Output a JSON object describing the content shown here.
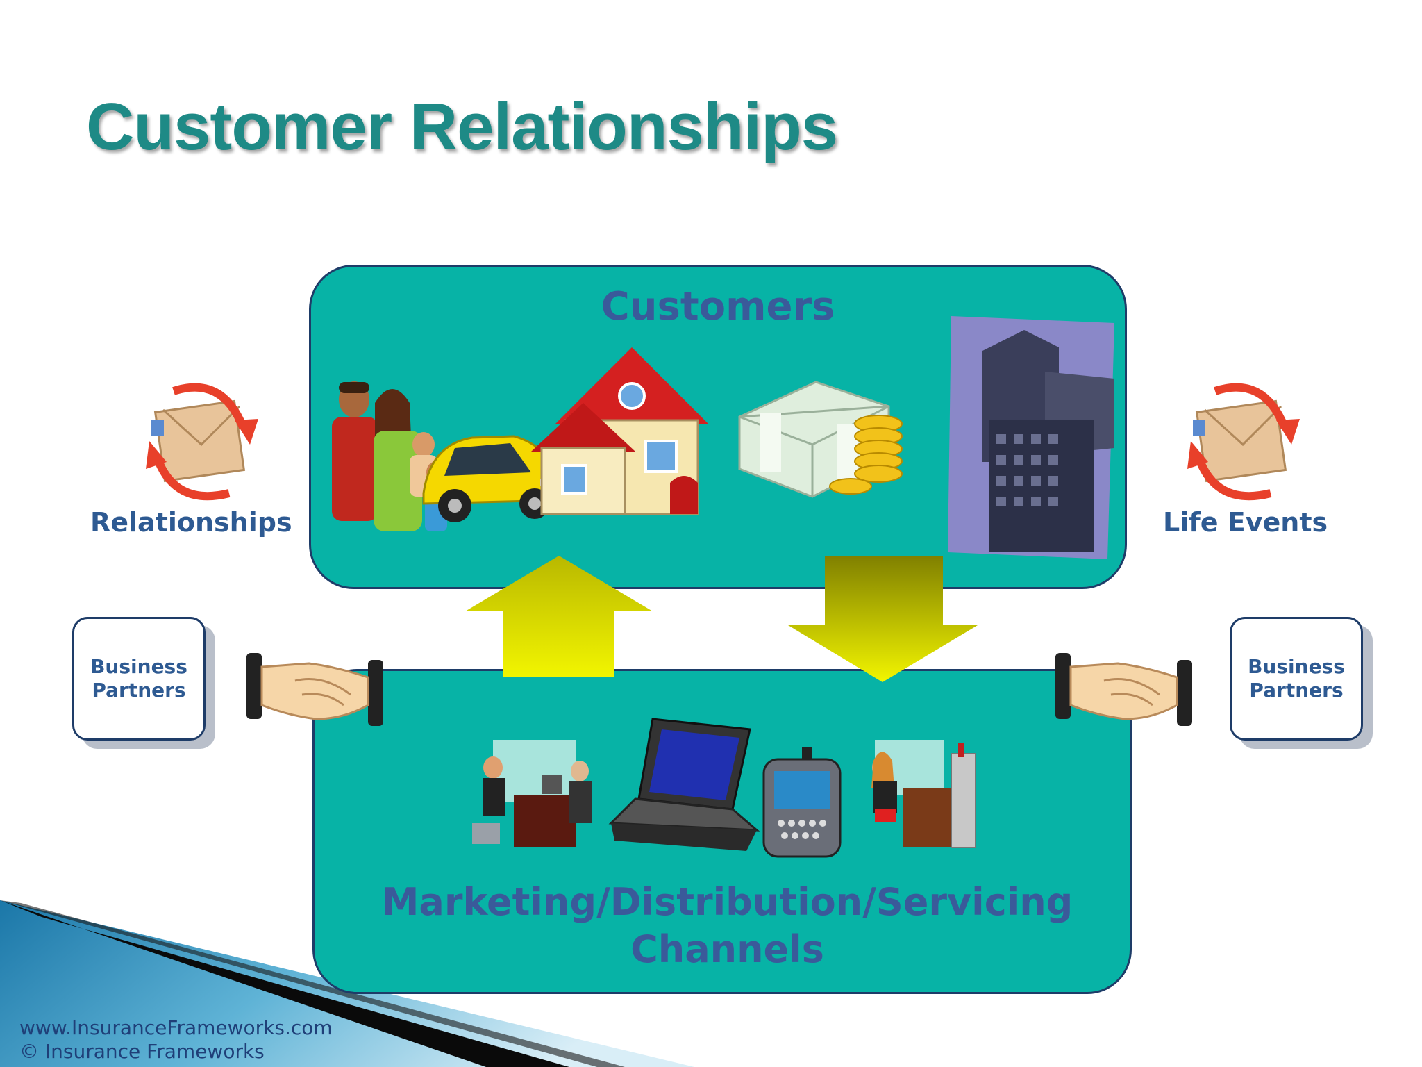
{
  "slide": {
    "title": "Customer Relationships"
  },
  "customers_panel": {
    "title": "Customers",
    "icons": [
      "family-icon",
      "car-icon",
      "house-icon",
      "money-stack-icon",
      "coins-icon",
      "office-buildings-icon"
    ]
  },
  "channels_panel": {
    "title_line1": "Marketing/Distribution/Servicing",
    "title_line2": "Channels",
    "icons": [
      "office-meeting-icon",
      "laptop-icon",
      "pda-phone-icon",
      "office-worker-icon"
    ]
  },
  "side_labels": {
    "left": "Relationships",
    "right": "Life Events"
  },
  "partners": {
    "left_line1": "Business",
    "left_line2": "Partners",
    "right_line1": "Business",
    "right_line2": "Partners"
  },
  "footer": {
    "url": "www.InsuranceFrameworks.com",
    "copyright": "© Insurance Frameworks"
  },
  "colors": {
    "panel_fill": "#07b3a6",
    "panel_border": "#1e3c68",
    "title": "#1e8a86",
    "label": "#2e5a92",
    "arrow": "#f2f500"
  }
}
